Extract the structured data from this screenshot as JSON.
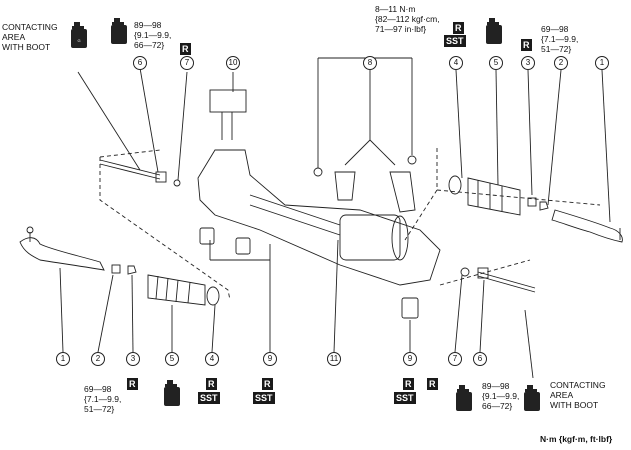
{
  "callouts": [
    "1",
    "2",
    "3",
    "4",
    "5",
    "6",
    "7",
    "8",
    "9",
    "10",
    "11"
  ],
  "labels": {
    "contact_top_left": "CONTACTING\nAREA\nWITH BOOT",
    "contact_bottom_right": "CONTACTING\nAREA\nWITH BOOT",
    "torque_6_top": "89—98\n{9.1—9.9,\n66—72}",
    "torque_6_bottom": "89—98\n{9.1—9.9,\n66—72}",
    "torque_8": "8—11 N·m\n{82—112 kgf·cm,\n71—97 in·lbf}",
    "torque_2_top": "69—98\n{7.1—9.9,\n51—72}",
    "torque_2_bottom": "69—98\n{7.1—9.9,\n51—72}",
    "units": "N·m {kgf·m, ft·lbf}"
  },
  "badges": {
    "r": "R",
    "sst": "SST"
  },
  "icons": [
    "grease-tube-icon"
  ],
  "colors": {
    "badge": "#1a1a1a",
    "line": "#222222"
  }
}
